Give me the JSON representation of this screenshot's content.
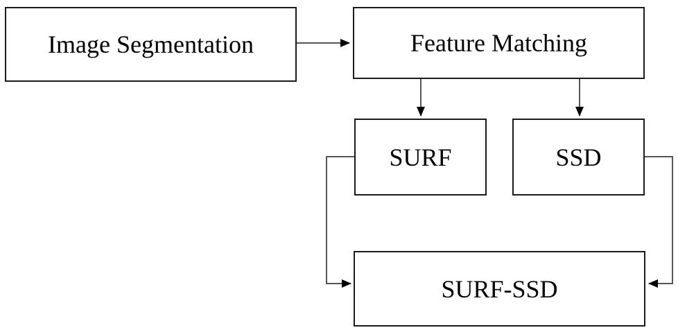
{
  "diagram": {
    "title": "SURF-SSD feature matching flowchart",
    "type": "flowchart",
    "background_color": "#ffffff",
    "stroke_color": "#1a1a1a",
    "text_color": "#000000",
    "nodes": [
      {
        "id": "image-segmentation",
        "label": "Image Segmentation"
      },
      {
        "id": "feature-matching",
        "label": "Feature Matching"
      },
      {
        "id": "surf",
        "label": "SURF"
      },
      {
        "id": "ssd",
        "label": "SSD"
      },
      {
        "id": "surf-ssd",
        "label": "SURF-SSD"
      }
    ],
    "edges": [
      {
        "id": "edge-segmentation-to-matching",
        "from": "image-segmentation",
        "to": "feature-matching",
        "style": "straight-horizontal",
        "arrow": "end"
      },
      {
        "id": "edge-matching-to-surf",
        "from": "feature-matching",
        "to": "surf",
        "style": "straight-vertical",
        "arrow": "end"
      },
      {
        "id": "edge-matching-to-ssd",
        "from": "feature-matching",
        "to": "ssd",
        "style": "straight-vertical",
        "arrow": "end"
      },
      {
        "id": "edge-surf-to-surfssd",
        "from": "surf",
        "to": "surf-ssd",
        "style": "elbow-left",
        "arrow": "end"
      },
      {
        "id": "edge-ssd-to-surfssd",
        "from": "ssd",
        "to": "surf-ssd",
        "style": "elbow-right",
        "arrow": "end"
      }
    ]
  }
}
